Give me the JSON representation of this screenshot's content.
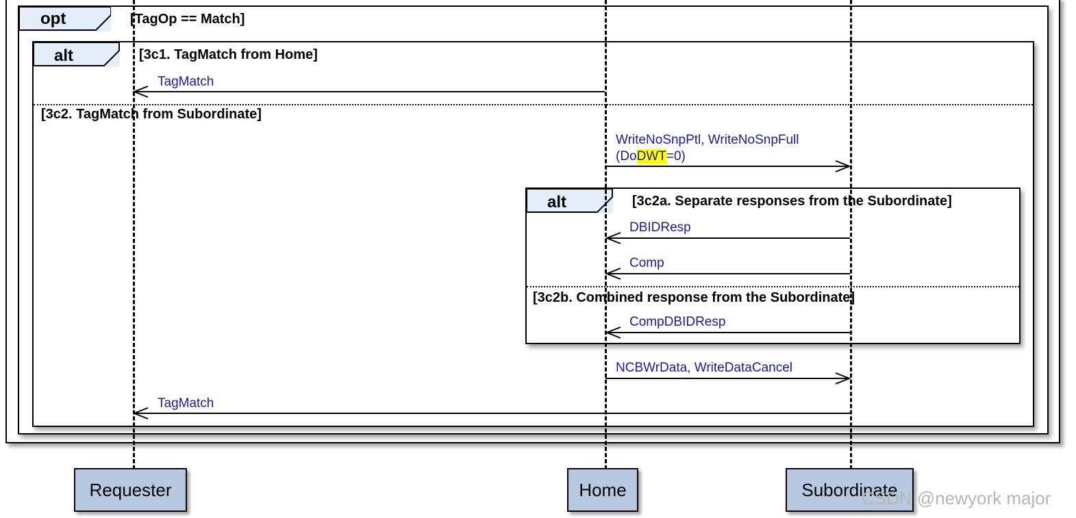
{
  "opt_fragment": {
    "operator": "opt",
    "guard": "[TagOp == Match]"
  },
  "alt_outer": {
    "operator": "alt",
    "guard_1": "[3c1. TagMatch from Home]",
    "guard_2": "[3c2. TagMatch from Subordinate]"
  },
  "alt_inner": {
    "operator": "alt",
    "guard_1": "[3c2a. Separate responses from the Subordinate]",
    "guard_2": "[3c2b. Combined response from the Subordinate]"
  },
  "messages": {
    "tagmatch_home": "TagMatch",
    "write_line1": "WriteNoSnpPtl, WriteNoSnpFull",
    "write_line2_pre": "(Do",
    "write_line2_hl": "DWT",
    "write_line2_post": "=0)",
    "dbidresp": "DBIDResp",
    "comp": "Comp",
    "compdbidresp": "CompDBIDResp",
    "ncbwrdata": "NCBWrData, WriteDataCancel",
    "tagmatch_sub": "TagMatch"
  },
  "participants": {
    "requester": "Requester",
    "home": "Home",
    "subordinate": "Subordinate"
  },
  "watermark": "CSDN @newyork major",
  "colors": {
    "message_text": "#1a1a9a",
    "fragment_tab": "#e4eefb",
    "participant_fill": "#b7c9e0",
    "highlight": "#ffff00"
  }
}
